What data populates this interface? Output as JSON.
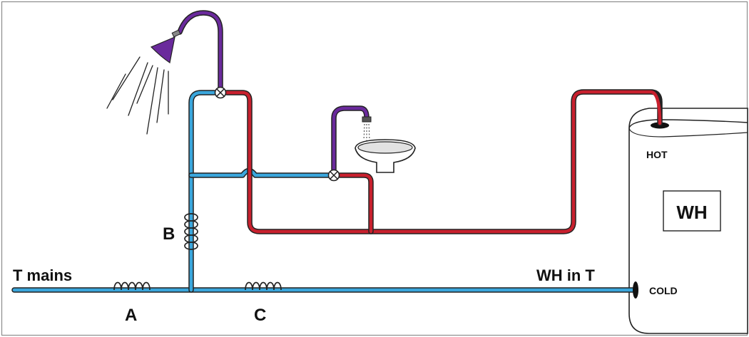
{
  "labels": {
    "t_mains": "T mains",
    "coil_a": "A",
    "coil_b": "B",
    "coil_c": "C",
    "wh_in_t": "WH in T",
    "hot": "HOT",
    "cold": "COLD",
    "wh": "WH"
  },
  "colors": {
    "cold_pipe": "#3aa6dc",
    "hot_pipe": "#c8202e",
    "mixed_pipe": "#6a2a9c",
    "outline": "#222222"
  },
  "icons": {
    "shower_head": "shower-head-icon",
    "faucet": "faucet-icon",
    "basin": "sink-basin-icon",
    "valve": "mixing-valve-icon",
    "coil": "sensor-coil-icon",
    "tank": "water-heater-tank-icon"
  }
}
